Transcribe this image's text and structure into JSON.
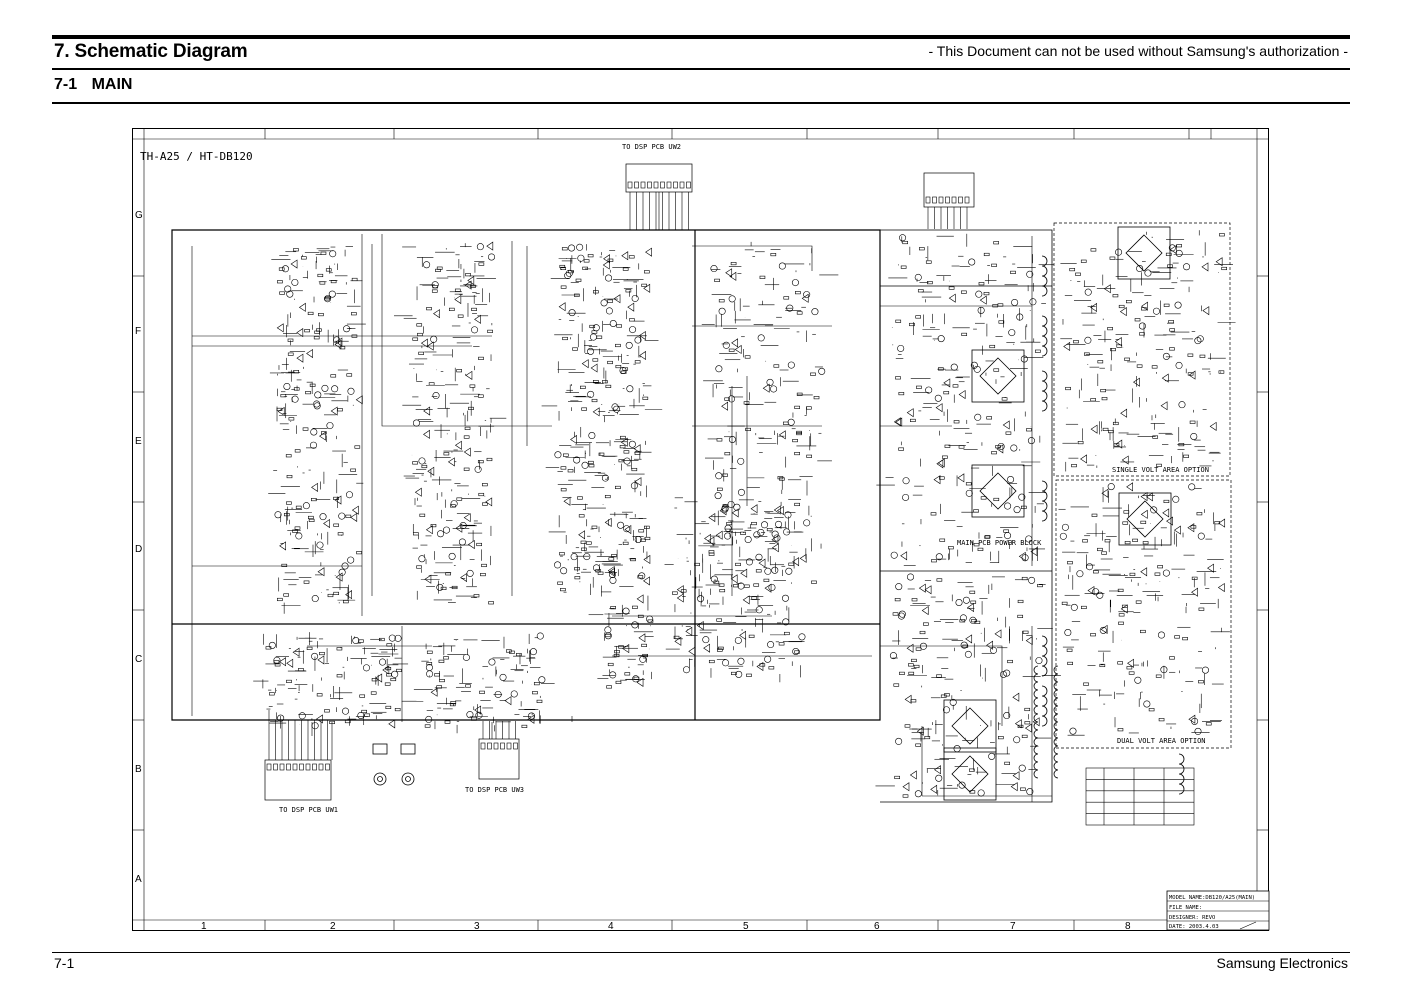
{
  "header": {
    "title": "7. Schematic Diagram",
    "notice": "- This Document can not be used without Samsung's authorization -",
    "section": "7-1  MAIN"
  },
  "footer": {
    "page_number": "7-1",
    "company": "Samsung Electronics"
  },
  "diagram": {
    "model_label": "TH-A25 / HT-DB120",
    "connector_labels": {
      "top": "TO DSP PCB UW2",
      "bottom_left": "TO DSP PCB UW1",
      "bottom_mid": "TO DSP PCB UW3"
    },
    "block_labels": {
      "single_volt": "SINGLE VOLT AREA OPTION",
      "power_block": "MAIN PCB POWER BLOCK",
      "dual_volt": "DUAL VOLT AREA OPTION"
    },
    "row_labels": [
      "G",
      "F",
      "E",
      "D",
      "C",
      "B",
      "A"
    ],
    "column_labels": [
      "1",
      "2",
      "3",
      "4",
      "5",
      "6",
      "7",
      "8"
    ],
    "title_block": {
      "model_name": "MODEL NAME:DB120/A25(MAIN)",
      "file_name": "FILE NAME:",
      "designer": "DESIGNER:  REVO",
      "date": "DATE:   2003.4.03"
    }
  },
  "colors": {
    "ink": "#000000",
    "paper": "#ffffff"
  }
}
